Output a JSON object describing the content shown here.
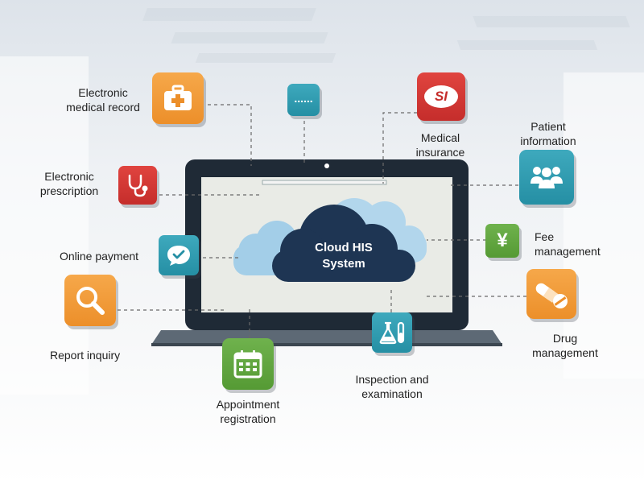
{
  "cloud": {
    "line1": "Cloud HIS",
    "line2": "System"
  },
  "modules": {
    "emr": {
      "line1": "Electronic",
      "line2": "medical record",
      "icon": "first-aid-kit-icon"
    },
    "prescription": {
      "line1": "Electronic",
      "line2": "prescription",
      "icon": "stethoscope-icon"
    },
    "payment": {
      "line1": "Online payment",
      "icon": "chat-check-icon"
    },
    "report": {
      "line1": "Report inquiry",
      "icon": "magnifier-icon"
    },
    "appointment": {
      "line1": "Appointment",
      "line2": "registration",
      "icon": "calendar-icon"
    },
    "inspection": {
      "line1": "Inspection and",
      "line2": "examination",
      "icon": "lab-flask-icon"
    },
    "drug": {
      "line1": "Drug",
      "line2": "management",
      "icon": "pill-capsule-icon"
    },
    "fee": {
      "line1": "Fee",
      "line2": "management",
      "icon": "yen-icon",
      "glyph": "¥"
    },
    "patient": {
      "line1": "Patient",
      "line2": "information",
      "icon": "people-group-icon"
    },
    "insurance": {
      "line1": "Medical",
      "line2": "insurance",
      "icon": "si-logo-icon",
      "glyph": "SI"
    },
    "more": {
      "icon": "more-dots-icon",
      "glyph": "......"
    }
  },
  "colors": {
    "orange": "#ec8f2a",
    "teal": "#258fa4",
    "red": "#c52d2b",
    "green": "#559a34",
    "cloud_dark": "#1e3553",
    "cloud_light": "#8fc1e3",
    "laptop": "#1f2a36"
  }
}
